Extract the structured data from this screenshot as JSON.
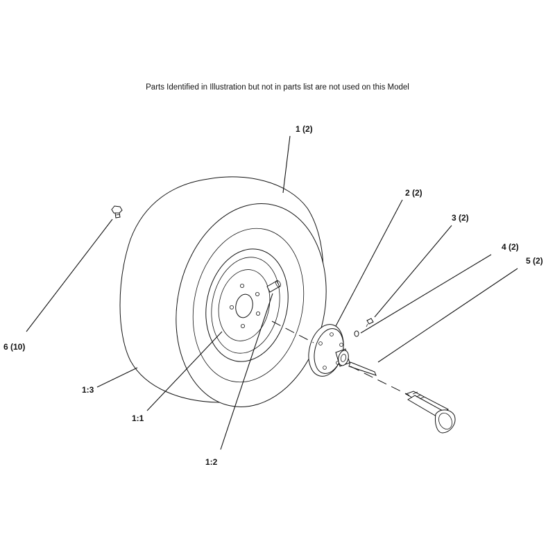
{
  "diagram": {
    "note": "Parts Identified in Illustration but not in parts list are not used on this Model",
    "callouts": {
      "tire_assembly": "1 (2)",
      "hub": "2 (2)",
      "screw": "3 (2)",
      "washer": "4 (2)",
      "key": "5 (2)",
      "lug_bolt": "6 (10)",
      "rim": "1:1",
      "valve_stem": "1:2",
      "tire": "1:3"
    }
  }
}
